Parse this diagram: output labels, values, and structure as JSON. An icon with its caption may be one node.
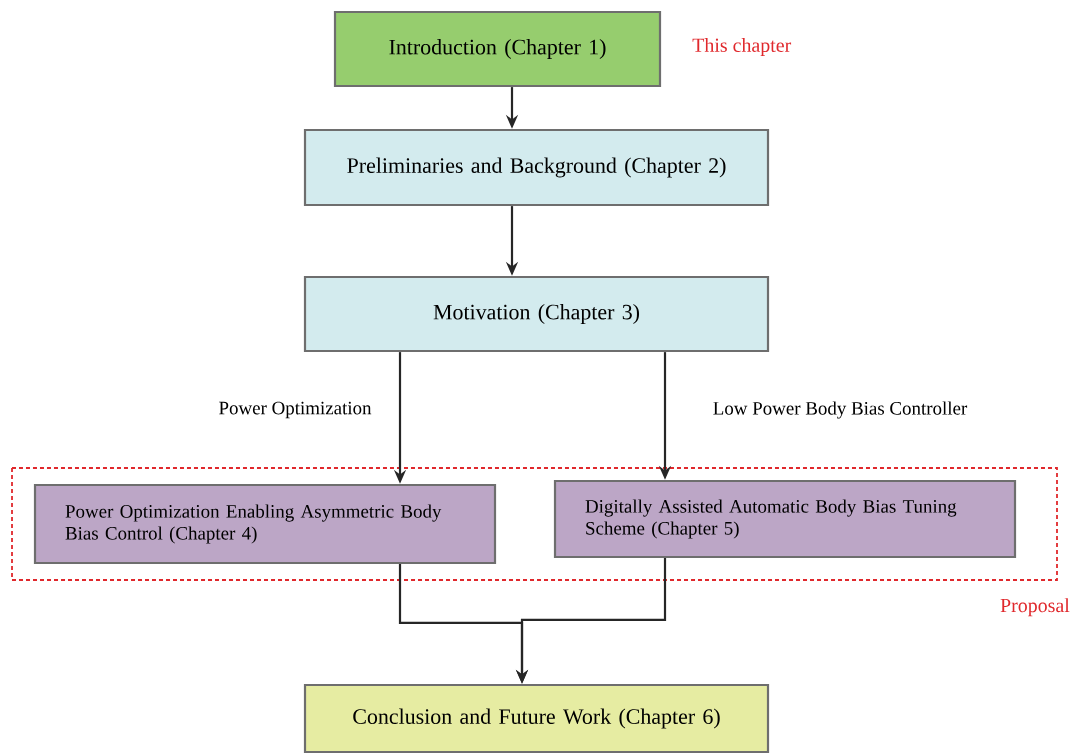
{
  "diagram": {
    "nodes": [
      {
        "text": [
          "Introduction (Chapter 1)"
        ],
        "beside": [
          "This chapter"
        ]
      },
      {
        "text": [
          "Preliminaries and Background (Chapter 2)"
        ]
      },
      {
        "text": [
          "Motivation (Chapter 3)"
        ]
      },
      {
        "text": [
          "Proposal"
        ]
      },
      {
        "text": [
          "Power Optimization Enabling Asymmetric Body Bias Control  (Chapter 4)"
        ],
        "in": 3
      },
      {
        "text": [
          "Digitally Assisted Automatic Body Bias Tuning Scheme (Chapter 5)"
        ],
        "in": 3
      },
      {
        "text": [
          "Conclusion and Future Work (Chapter 6)"
        ]
      }
    ],
    "edges": [
      {
        "from": 0,
        "to": 1,
        "arrow": "to"
      },
      {
        "from": 1,
        "to": 2,
        "arrow": "to"
      },
      {
        "from": 2,
        "to": 4,
        "arrow": "to",
        "label": "Power Optimization"
      },
      {
        "from": 2,
        "to": 5,
        "arrow": "to",
        "label": "Low Power Body Bias Controller"
      },
      {
        "from": 4,
        "to": 6,
        "arrow": "to"
      },
      {
        "from": 5,
        "to": 6,
        "arrow": "to"
      }
    ]
  }
}
